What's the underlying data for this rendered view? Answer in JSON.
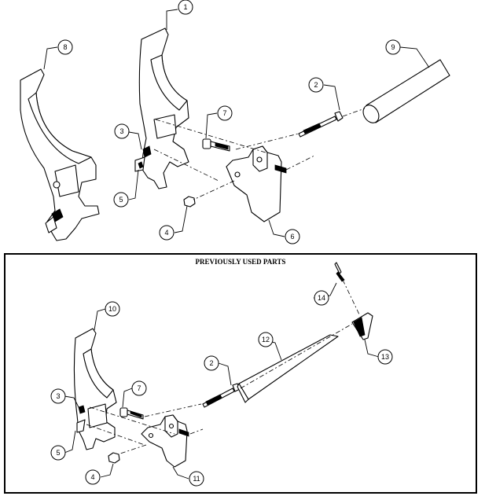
{
  "panel": {
    "title": "PREVIOUSLY USED PARTS"
  },
  "callouts": {
    "c1": "1",
    "c2": "2",
    "c3": "3",
    "c4": "4",
    "c5": "5",
    "c6": "6",
    "c7": "7",
    "c8": "8",
    "c9": "9",
    "c10": "10",
    "c11": "11",
    "c12": "12",
    "c13": "13",
    "c14": "14",
    "c2b": "2",
    "c3b": "3",
    "c4b": "4",
    "c5b": "5",
    "c7b": "7"
  }
}
